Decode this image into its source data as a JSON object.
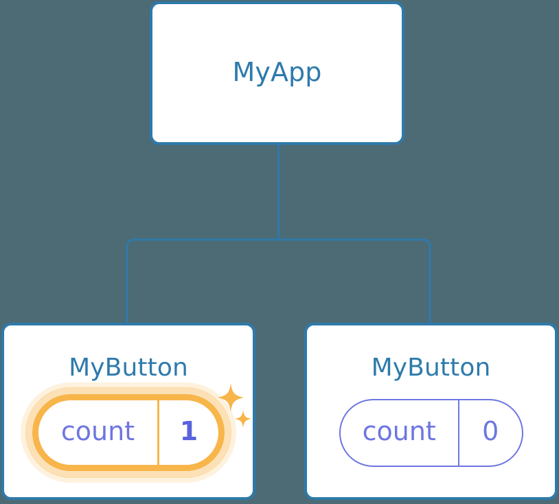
{
  "diagram": {
    "type": "component-tree",
    "background_color": "#4c6b75",
    "node_border_color": "#2e7aab",
    "node_title_color": "#2e7aab",
    "connector_color": "#2e7aab",
    "prop_color": "#6d76e0",
    "highlight_color": "#f7b54a",
    "highlight_value_color": "#5a62de"
  },
  "root": {
    "title": "MyApp"
  },
  "children": [
    {
      "title": "MyButton",
      "prop": {
        "key": "count",
        "value": "1"
      },
      "highlighted": true,
      "sparkle_1": "sparkle-icon",
      "sparkle_2": "sparkle-icon"
    },
    {
      "title": "MyButton",
      "prop": {
        "key": "count",
        "value": "0"
      },
      "highlighted": false
    }
  ]
}
